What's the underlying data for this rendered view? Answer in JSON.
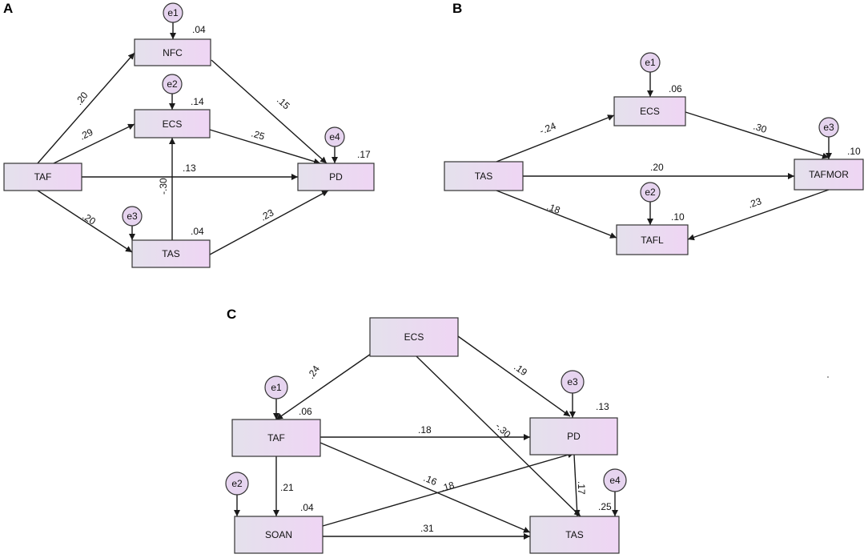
{
  "panels": {
    "a": {
      "letter": "A",
      "nodes": {
        "nfc": {
          "label": "NFC",
          "r2": ".04"
        },
        "ecs": {
          "label": "ECS",
          "r2": ".14"
        },
        "taf": {
          "label": "TAF"
        },
        "pd": {
          "label": "PD",
          "r2": ".17"
        },
        "tas": {
          "label": "TAS",
          "r2": ".04"
        }
      },
      "errors": {
        "e1": "e1",
        "e2": "e2",
        "e3": "e3",
        "e4": "e4"
      },
      "coefficients": {
        "taf_nfc": ".20",
        "taf_ecs": ".29",
        "taf_pd": ".13",
        "taf_tas": ".20",
        "nfc_pd": ".15",
        "ecs_pd": ".25",
        "tas_ecs": "-.30",
        "tas_pd": ".23"
      }
    },
    "b": {
      "letter": "B",
      "nodes": {
        "ecs": {
          "label": "ECS",
          "r2": ".06"
        },
        "tas": {
          "label": "TAS"
        },
        "tafmor": {
          "label": "TAFMOR",
          "r2": ".10"
        },
        "tafl": {
          "label": "TAFL",
          "r2": ".10"
        }
      },
      "errors": {
        "e1": "e1",
        "e2": "e2",
        "e3": "e3"
      },
      "coefficients": {
        "tas_ecs": "-.24",
        "ecs_tafmor": ".30",
        "tas_tafmor": ".20",
        "tas_tafl": ".18",
        "tafmor_tafl": ".23"
      }
    },
    "c": {
      "letter": "C",
      "nodes": {
        "ecs": {
          "label": "ECS"
        },
        "taf": {
          "label": "TAF",
          "r2": ".06"
        },
        "pd": {
          "label": "PD",
          "r2": ".13"
        },
        "soan": {
          "label": "SOAN",
          "r2": ".04"
        },
        "tas": {
          "label": "TAS",
          "r2": ".25"
        }
      },
      "errors": {
        "e1": "e1",
        "e2": "e2",
        "e3": "e3",
        "e4": "e4"
      },
      "coefficients": {
        "ecs_taf": ".24",
        "ecs_pd": ".19",
        "ecs_tas": "-.30",
        "taf_pd": ".18",
        "taf_soan": ".21",
        "taf_tas": ".16",
        "soan_pd": ".18",
        "soan_tas": ".31",
        "pd_tas": ".17"
      }
    }
  },
  "colors": {
    "box_gradient_start": "#e4e1ec",
    "box_gradient_end": "#eed6f3",
    "error_circle": "#e6d4ef",
    "line": "#1a1a1a"
  }
}
